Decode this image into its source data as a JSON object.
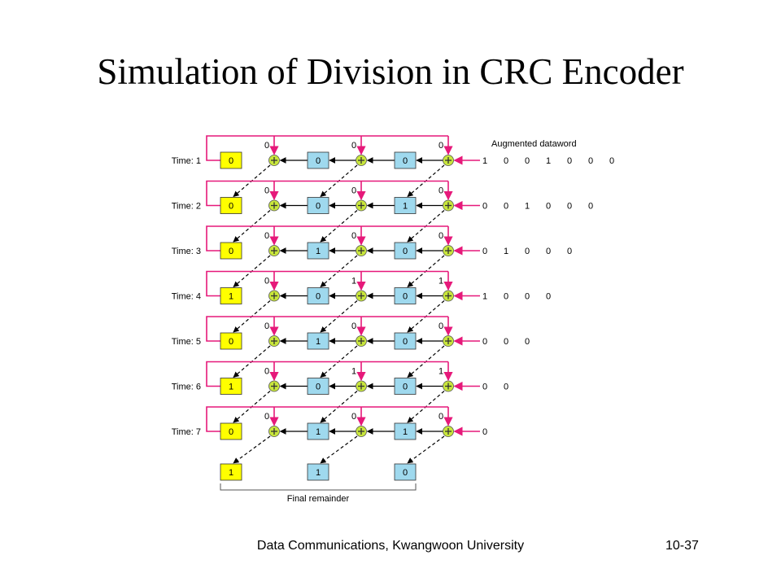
{
  "title": "Simulation of Division in CRC Encoder",
  "legend": {
    "augmented_dataword_label": "Augmented dataword",
    "final_remainder_label": "Final remainder"
  },
  "colors": {
    "pink": "#e6197a",
    "yellow": "#ffff00",
    "blue": "#9fd9ee",
    "xor_green": "#c8e63c",
    "dash": "#000000"
  },
  "icons": {
    "xor": "circled-plus-icon"
  },
  "steps": [
    {
      "time_label": "Time: 1",
      "registers": [
        "0",
        "0",
        "0"
      ],
      "feedback": [
        "0",
        "0",
        "0"
      ],
      "dataword": [
        "1",
        "0",
        "0",
        "1",
        "0",
        "0",
        "0"
      ]
    },
    {
      "time_label": "Time: 2",
      "registers": [
        "0",
        "0",
        "1"
      ],
      "feedback": [
        "0",
        "0",
        "0"
      ],
      "dataword": [
        "0",
        "0",
        "1",
        "0",
        "0",
        "0"
      ]
    },
    {
      "time_label": "Time: 3",
      "registers": [
        "0",
        "1",
        "0"
      ],
      "feedback": [
        "0",
        "0",
        "0"
      ],
      "dataword": [
        "0",
        "1",
        "0",
        "0",
        "0"
      ]
    },
    {
      "time_label": "Time: 4",
      "registers": [
        "1",
        "0",
        "0"
      ],
      "feedback": [
        "0",
        "1",
        "1"
      ],
      "dataword": [
        "1",
        "0",
        "0",
        "0"
      ]
    },
    {
      "time_label": "Time: 5",
      "registers": [
        "0",
        "1",
        "0"
      ],
      "feedback": [
        "0",
        "0",
        "0"
      ],
      "dataword": [
        "0",
        "0",
        "0"
      ]
    },
    {
      "time_label": "Time: 6",
      "registers": [
        "1",
        "0",
        "0"
      ],
      "feedback": [
        "0",
        "1",
        "1"
      ],
      "dataword": [
        "0",
        "0"
      ]
    },
    {
      "time_label": "Time: 7",
      "registers": [
        "0",
        "1",
        "1"
      ],
      "feedback": [
        "0",
        "0",
        "0"
      ],
      "dataword": [
        "0"
      ]
    }
  ],
  "final_remainder": [
    "1",
    "1",
    "0"
  ],
  "footer": {
    "text": "Data Communications, Kwangwoon University",
    "page": "10-37"
  }
}
